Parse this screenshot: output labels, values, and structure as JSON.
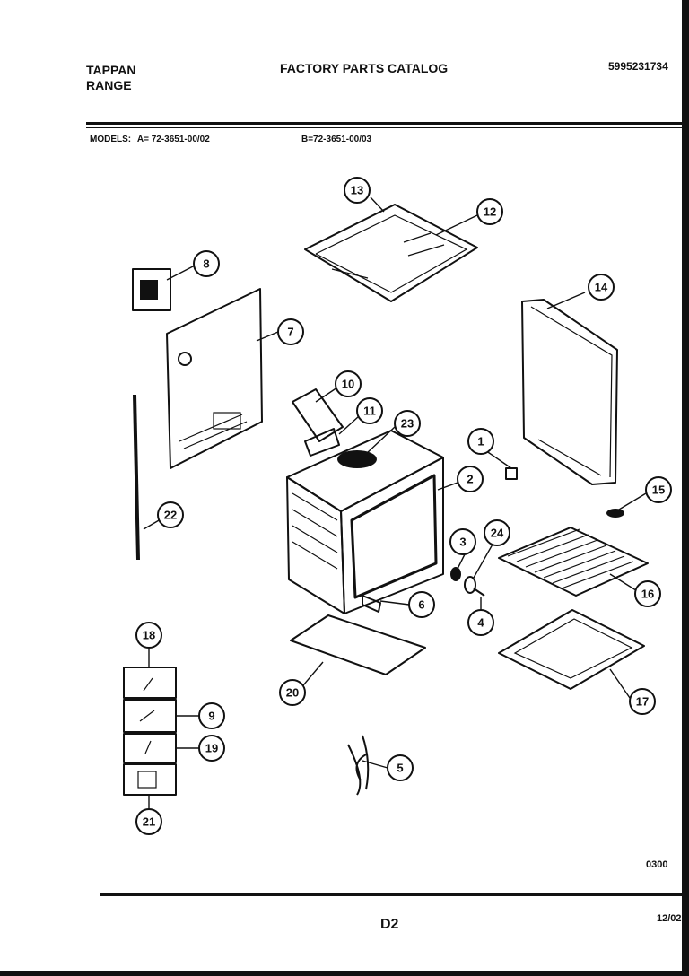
{
  "header": {
    "brand": "TAPPAN",
    "product": "RANGE",
    "catalog_title": "FACTORY PARTS CATALOG",
    "catalog_number": "5995231734"
  },
  "models": {
    "label": "MODELS:",
    "model_a": "A= 72-3651-00/02",
    "model_b": "B=72-3651-00/03"
  },
  "callouts": [
    "1",
    "2",
    "3",
    "4",
    "5",
    "6",
    "7",
    "8",
    "9",
    "10",
    "11",
    "12",
    "13",
    "14",
    "15",
    "16",
    "17",
    "18",
    "19",
    "20",
    "21",
    "22",
    "23",
    "24"
  ],
  "footer": {
    "page": "D2",
    "code": "0300",
    "date": "12/02"
  }
}
